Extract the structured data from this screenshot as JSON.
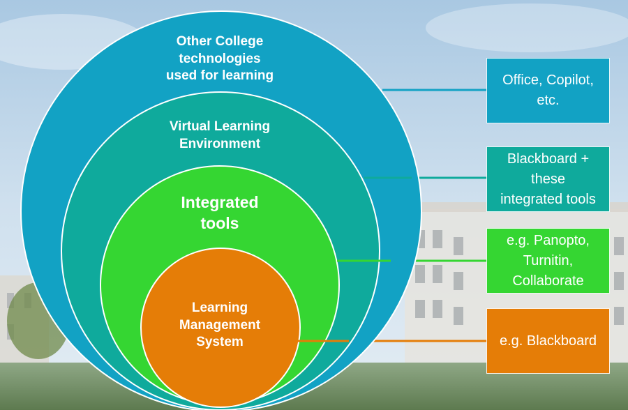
{
  "layers": [
    {
      "id": "outer",
      "label_lines": [
        "Other College",
        "technologies",
        "used for learning"
      ],
      "color": "#12a2c4",
      "box_lines": [
        "Office, Copilot,",
        "etc."
      ]
    },
    {
      "id": "vle",
      "label_lines": [
        "Virtual Learning",
        "Environment"
      ],
      "color": "#0faa9c",
      "box_lines": [
        "Blackboard +",
        "these",
        "integrated tools"
      ]
    },
    {
      "id": "integrated",
      "label_lines": [
        "Integrated",
        "tools"
      ],
      "color": "#35d632",
      "box_lines": [
        "e.g. Panopto,",
        "Turnitin,",
        "Collaborate"
      ]
    },
    {
      "id": "lms",
      "label_lines": [
        "Learning",
        "Management",
        "System"
      ],
      "color": "#e57d07",
      "box_lines": [
        "e.g. Blackboard"
      ]
    }
  ]
}
